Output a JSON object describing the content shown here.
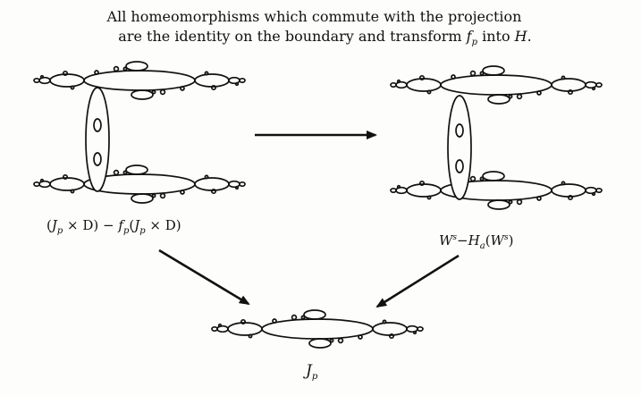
{
  "caption": {
    "line1": "All homeomorphisms which commute with the projection",
    "line2_prefix": "are the identity on the boundary and transform ",
    "line2_math_f": "f",
    "line2_math_p": "p",
    "line2_mid": " into ",
    "line2_math_H": "H",
    "line2_end": "."
  },
  "labels": {
    "left": {
      "open": "(",
      "J": "J",
      "p1": "p",
      "times1": " × D) − ",
      "f": "f",
      "p2": "p",
      "paren": "(",
      "J2": "J",
      "p3": "p",
      "times2": " × D)"
    },
    "right": {
      "W1": "W",
      "s1": "s",
      "minus": "−",
      "H": "H",
      "a": "a",
      "open": "(",
      "W2": "W",
      "s2": "s",
      "close": ")"
    },
    "bottom": {
      "J": "J",
      "p": "p"
    }
  },
  "icons": {
    "horizontal-arrow": "arrow-right-icon",
    "diagonal-arrow-left": "arrow-down-right-icon",
    "diagonal-arrow-right": "arrow-down-left-icon"
  },
  "colors": {
    "ink": "#111111",
    "background": "#fdfdfb"
  }
}
